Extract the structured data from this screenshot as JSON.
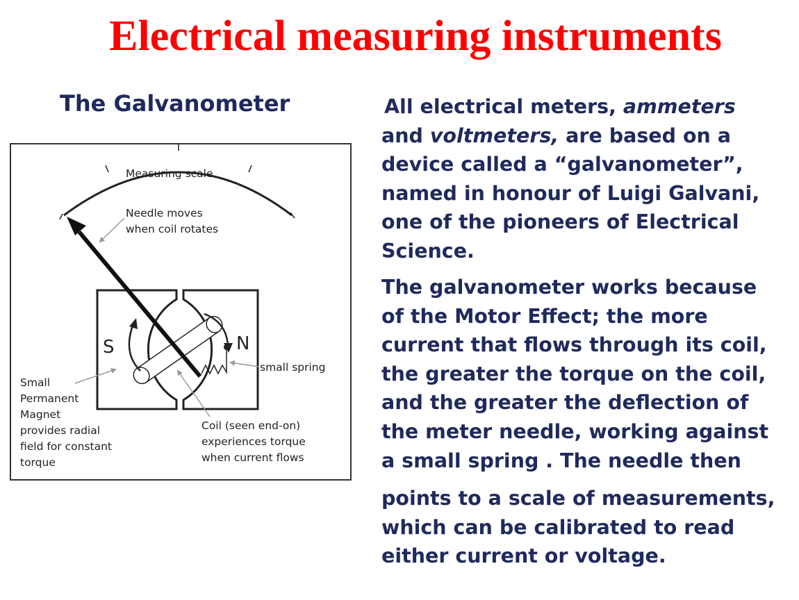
{
  "title": "Electrical measuring instruments",
  "subtitle": "The Galvanometer",
  "diagram": {
    "measuring_scale": "Measuring scale",
    "needle_line1": "Needle moves",
    "needle_line2": "when coil rotates",
    "pole_s": "S",
    "pole_n": "N",
    "spring": "small spring",
    "magnet_lines": [
      "Small",
      "Permanent",
      "Magnet",
      "provides radial",
      "field for constant",
      "torque"
    ],
    "coil_lines": [
      "Coil (seen end-on)",
      "experiences torque",
      "when current flows"
    ]
  },
  "paragraph1": {
    "l1_a": "All electrical meters, ",
    "l1_b": "ammeters",
    "l2_a": "and ",
    "l2_b": "voltmeters,",
    "l2_c": " are based on a",
    "l3": "device called a “galvanometer”,",
    "l4": "named in honour of Luigi Galvani,",
    "l5": "one of the pioneers of Electrical",
    "l6": "Science."
  },
  "paragraph2": [
    "The galvanometer works because",
    "of the Motor Effect; the more",
    "current that flows through its coil,",
    "the greater the torque on the coil,",
    "and the greater the deflection of",
    "the meter needle, working against",
    "a small spring . The needle then"
  ],
  "paragraph3": [
    "points to a scale of measurements,",
    "which can be calibrated to read",
    "either current or voltage."
  ]
}
